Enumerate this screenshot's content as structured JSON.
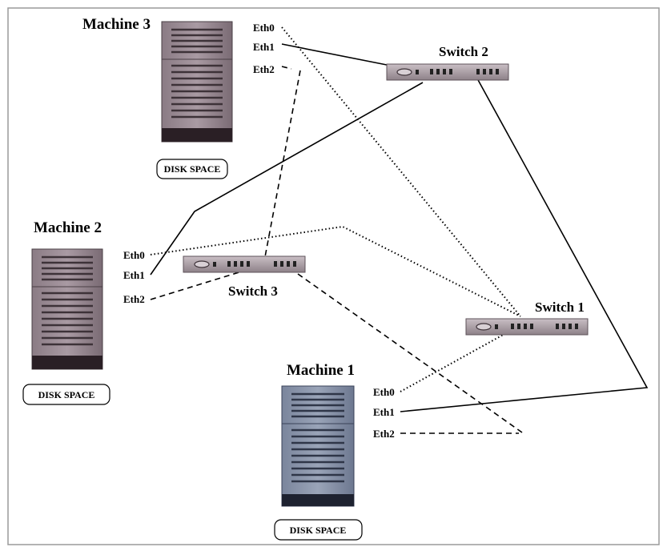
{
  "machines": {
    "m3": {
      "title": "Machine 3",
      "disk": "DISK SPACE",
      "eth0": "Eth0",
      "eth1": "Eth1",
      "eth2": "Eth2",
      "color": "#6b5a63"
    },
    "m2": {
      "title": "Machine 2",
      "disk": "DISK SPACE",
      "eth0": "Eth0",
      "eth1": "Eth1",
      "eth2": "Eth2",
      "color": "#6b5a63"
    },
    "m1": {
      "title": "Machine 1",
      "disk": "DISK SPACE",
      "eth0": "Eth0",
      "eth1": "Eth1",
      "eth2": "Eth2",
      "color": "#5a6378"
    }
  },
  "switches": {
    "s2": {
      "title": "Switch 2"
    },
    "s3": {
      "title": "Switch 3"
    },
    "s1": {
      "title": "Switch 1"
    }
  },
  "line_styles": {
    "eth0": "dotted",
    "eth1": "solid",
    "eth2": "dashed"
  }
}
